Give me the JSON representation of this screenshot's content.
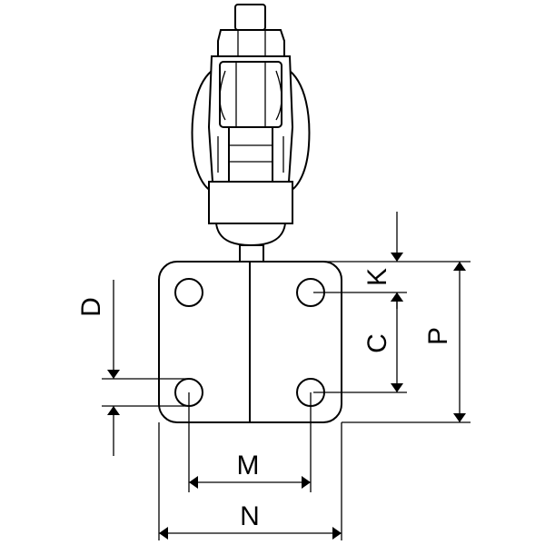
{
  "labels": {
    "D": "D",
    "K": "K",
    "C": "C",
    "P": "P",
    "M": "M",
    "N": "N"
  }
}
